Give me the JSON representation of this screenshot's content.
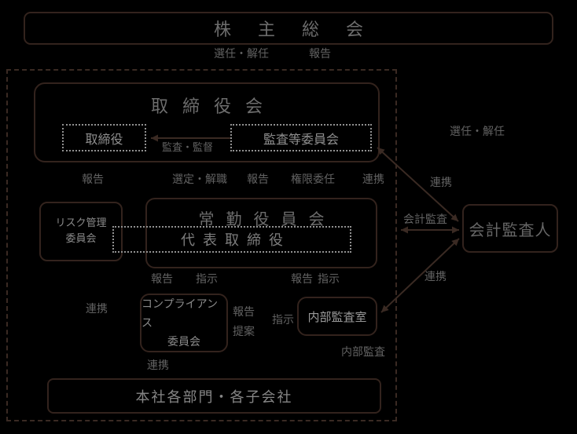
{
  "colors": {
    "background": "#000000",
    "box_border": "#33231d",
    "boundary_dashed_border": "#3a2a23",
    "inner_dotted_border": "#919191",
    "arrow": "#3a2a23",
    "title_text": "#6d6d6d",
    "label_text": "#626262",
    "box_text": "#8a8a8a"
  },
  "nodes": {
    "shareholders": {
      "label": "株主総会"
    },
    "board": {
      "label": "取締役会"
    },
    "director": {
      "label": "取締役"
    },
    "audit_committee": {
      "label": "監査等委員会"
    },
    "risk_committee": {
      "line1": "リスク管理",
      "line2": "委員会"
    },
    "executive_board": {
      "label": "常勤役員会"
    },
    "representative_director": {
      "label": "代表取締役"
    },
    "compliance_committee": {
      "line1": "コンプライアンス",
      "line2": "委員会"
    },
    "internal_audit_office": {
      "label": "内部監査室"
    },
    "departments": {
      "label": "本社各部門・各子会社"
    },
    "accounting_auditor": {
      "label": "会計監査人"
    }
  },
  "labels": {
    "appoint_dismiss_top": "選任・解任",
    "report_top": "報告",
    "audit_supervise": "監査・監督",
    "report_left": "報告",
    "select_dismiss": "選定・解職",
    "report_mid": "報告",
    "authority_delegation": "権限委任",
    "cooperation_inner": "連携",
    "appoint_dismiss_right": "選任・解任",
    "cooperation_right_top": "連携",
    "accounting_audit": "会計監査",
    "cooperation_auditor": "連携",
    "report_exec_left": "報告",
    "instruct_exec_left": "指示",
    "report_exec_right": "報告",
    "instruct_exec_right": "指示",
    "cooperation_left": "連携",
    "report_compliance": "報告",
    "proposal_compliance": "提案",
    "instruct_internal_audit": "指示",
    "internal_audit": "内部監査",
    "cooperation_bottom": "連携"
  }
}
